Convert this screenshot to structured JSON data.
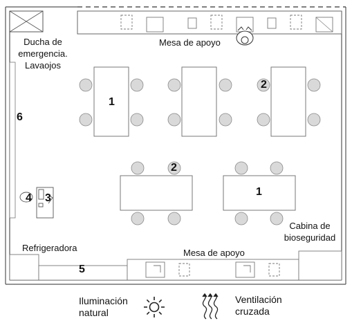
{
  "labels": {
    "shower_line1": "Ducha de",
    "shower_line2": "emergencia.",
    "shower_line3": "Lavaojos",
    "mesa_top": "Mesa de apoyo",
    "mesa_bottom": "Mesa de apoyo",
    "refrigeradora": "Refrigeradora",
    "cabina_line1": "Cabina de",
    "cabina_line2": "bioseguridad"
  },
  "numbers": {
    "n1_left": "1",
    "n1_right": "1",
    "n2_top": "2",
    "n2_mid": "2",
    "n3": "3",
    "n4": "4",
    "n5": "5",
    "n6": "6"
  },
  "legend": {
    "iluminacion_line1": "Iluminación",
    "iluminacion_line2": "natural",
    "iluminacion_icon": "sun-icon",
    "ventilacion_line1": "Ventilación",
    "ventilacion_line2": "cruzada",
    "ventilacion_icon": "airflow-icon"
  }
}
